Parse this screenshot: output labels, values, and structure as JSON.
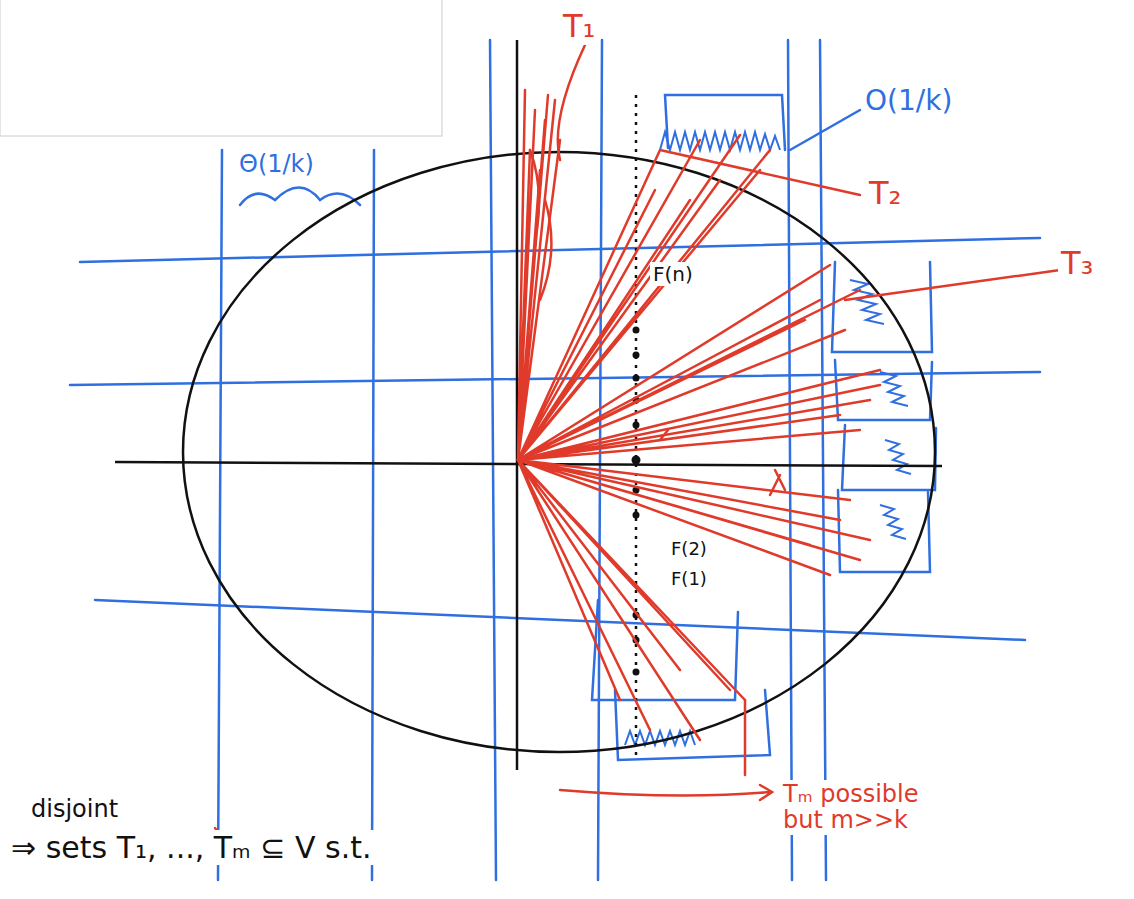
{
  "diagram": {
    "labels": [
      "T₁",
      "O(1/k)",
      "Θ(1/k)",
      "T₂",
      "T₃",
      "F(n)",
      "F(2)",
      "F(1)",
      "Tₘ possible but m>>k",
      "disjoint",
      "⇒ sets T₁, ..., Tₘ ⊆ V s.t."
    ]
  }
}
